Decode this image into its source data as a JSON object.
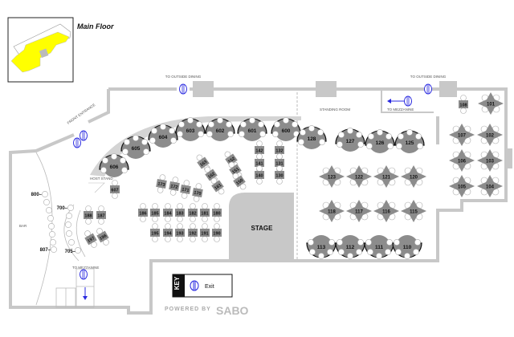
{
  "title": "Main Floor",
  "labels": {
    "outside_dining_left": "TO OUTSIDE DINING",
    "outside_dining_right": "TO OUTSIDE DINING",
    "front_entrance": "FRONT ENTRANCE",
    "standing_room": "STANDING ROOM",
    "to_mezzanine_top": "TO MEZZANINE",
    "to_mezzanine_bottom": "TO MEZZANINE",
    "host_stand": "HOST STAND",
    "bar": "BAR",
    "stage": "STAGE"
  },
  "key": {
    "title": "KEY",
    "exit_label": "Exit"
  },
  "footer": {
    "powered_by": "POWERED BY",
    "brand": "SABO"
  },
  "colors": {
    "minimap_highlight": "#ffff00",
    "exit_icon": "#2a2ae0",
    "wall": "#c8c8c8",
    "table": "#8c8c8c"
  },
  "tables": {
    "booths_left": [
      "600",
      "601",
      "602",
      "603",
      "604",
      "605",
      "606"
    ],
    "booths_right_top": [
      "128",
      "127",
      "126",
      "125"
    ],
    "booths_right_bottom": [
      "113",
      "112",
      "111",
      "110"
    ],
    "cross_tables": [
      "123",
      "122",
      "121",
      "120",
      "118",
      "117",
      "116",
      "115",
      "107",
      "102",
      "106",
      "103",
      "105",
      "104",
      "101"
    ],
    "two_tops": [
      "142",
      "132",
      "141",
      "131",
      "140",
      "130",
      "163",
      "162",
      "161",
      "152",
      "151",
      "150",
      "173",
      "172",
      "171",
      "170",
      "186",
      "185",
      "184",
      "183",
      "182",
      "181",
      "180",
      "195",
      "194",
      "193",
      "192",
      "191",
      "190",
      "188",
      "187",
      "197",
      "196",
      "607",
      "108"
    ],
    "bar_seats": [
      "800",
      "807"
    ],
    "rail_seats": [
      "700",
      "705"
    ]
  }
}
